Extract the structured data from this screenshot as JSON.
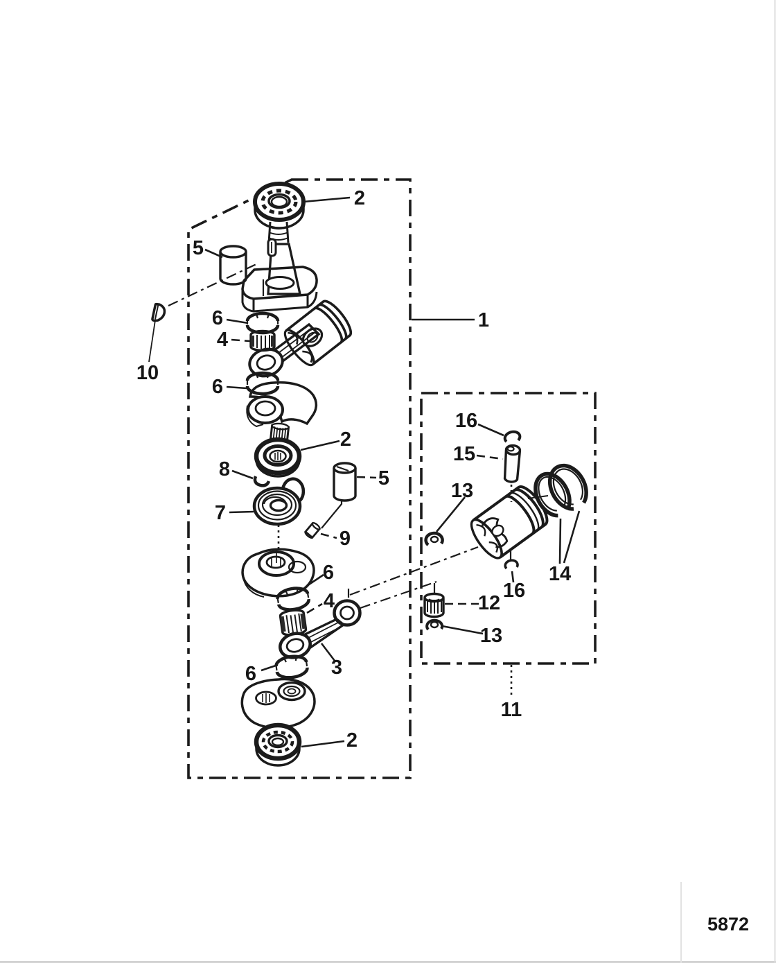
{
  "figure": {
    "drawing_number": "5872"
  },
  "callouts": [
    {
      "label": "2"
    },
    {
      "label": "5"
    },
    {
      "label": "6"
    },
    {
      "label": "4"
    },
    {
      "label": "10"
    },
    {
      "label": "6"
    },
    {
      "label": "2"
    },
    {
      "label": "8"
    },
    {
      "label": "5"
    },
    {
      "label": "7"
    },
    {
      "label": "9"
    },
    {
      "label": "6"
    },
    {
      "label": "4"
    },
    {
      "label": "3"
    },
    {
      "label": "6"
    },
    {
      "label": "2"
    },
    {
      "label": "1"
    },
    {
      "label": "16"
    },
    {
      "label": "15"
    },
    {
      "label": "13"
    },
    {
      "label": "14"
    },
    {
      "label": "16"
    },
    {
      "label": "12"
    },
    {
      "label": "13"
    },
    {
      "label": "11"
    }
  ]
}
